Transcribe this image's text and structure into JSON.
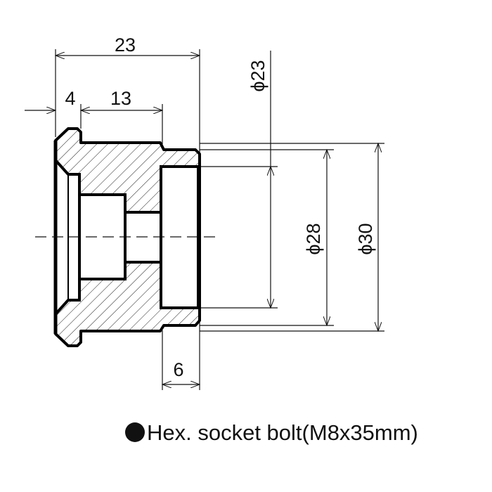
{
  "drawing": {
    "dimensions": {
      "overall_length": "23",
      "flange_width": "4",
      "body_length": "13",
      "counterbore_depth": "6",
      "dia_inner": "ϕ23",
      "dia_step": "ϕ28",
      "dia_outer": "ϕ30"
    },
    "caption": {
      "bullet_icon": "filled-circle",
      "text": "Hex. socket bolt(M8x35mm)"
    }
  }
}
